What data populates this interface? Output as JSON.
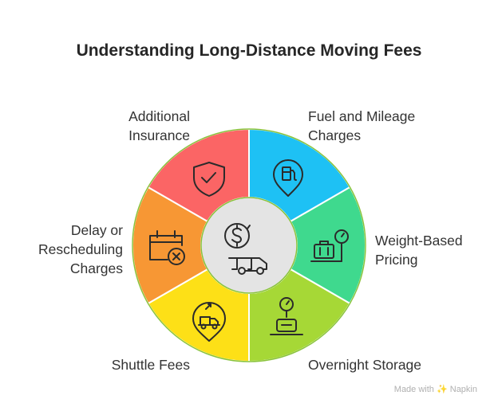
{
  "title": "Understanding Long-Distance Moving Fees",
  "segments": [
    {
      "label": "Fuel and Mileage\nCharges",
      "color": "#1EC1F4",
      "icon": "fuel-pump-icon"
    },
    {
      "label": "Weight-Based\nPricing",
      "color": "#3FD98E",
      "icon": "weighing-scale-icon"
    },
    {
      "label": "Overnight Storage",
      "color": "#A6D836",
      "icon": "storage-box-icon"
    },
    {
      "label": "Shuttle Fees",
      "color": "#FDE017",
      "icon": "shuttle-truck-icon"
    },
    {
      "label": "Delay or\nRescheduling\nCharges",
      "color": "#F79734",
      "icon": "calendar-cancel-icon"
    },
    {
      "label": "Additional\nInsurance",
      "color": "#FB6565",
      "icon": "shield-check-icon"
    }
  ],
  "center": {
    "icon": "dollar-truck-icon",
    "color": "#E4E4E4"
  },
  "border_color": "#8AC33C",
  "watermark": {
    "text": "Made with",
    "brand": "Napkin",
    "icon": "napkin-logo-icon"
  }
}
